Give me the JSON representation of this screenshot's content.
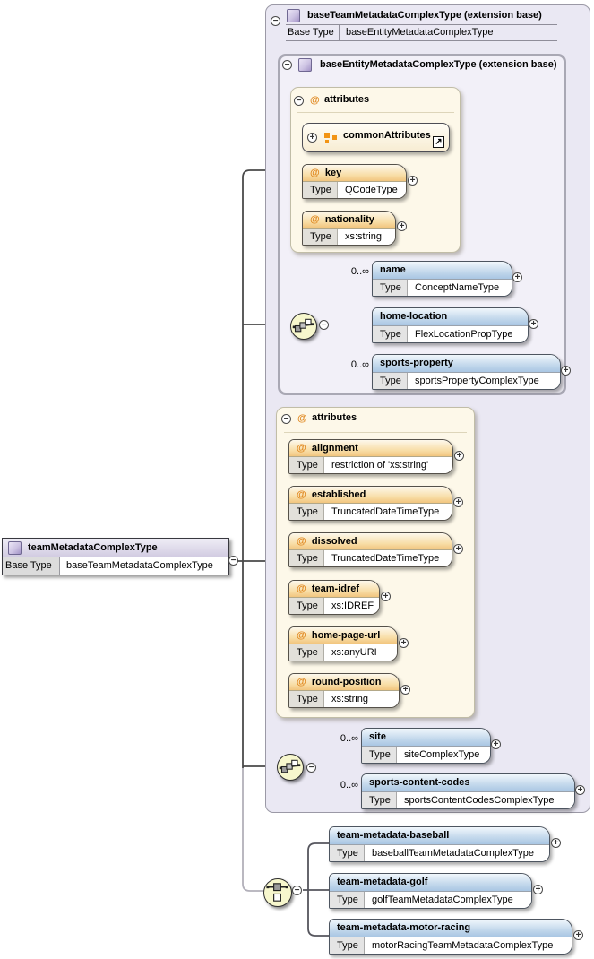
{
  "icons": {
    "minus": "−",
    "plus": "+",
    "at": "@",
    "link_arrow": "↗"
  },
  "labels": {
    "type": "Type",
    "base_type": "Base Type",
    "attributes": "attributes",
    "occurs_many": "0..∞"
  },
  "root": {
    "title": "teamMetadataComplexType",
    "base_type": "baseTeamMetadataComplexType"
  },
  "outer": {
    "title": "baseTeamMetadataComplexType (extension base)",
    "base_type": "baseEntityMetadataComplexType"
  },
  "entity": {
    "title": "baseEntityMetadataComplexType (extension base)",
    "attr_group_ref": "commonAttributes",
    "attributes": [
      {
        "name": "key",
        "type": "QCodeType"
      },
      {
        "name": "nationality",
        "type": "xs:string"
      }
    ],
    "elements": [
      {
        "occurs": "0..∞",
        "name": "name",
        "type": "ConceptNameType"
      },
      {
        "occurs": "",
        "name": "home-location",
        "type": "FlexLocationPropType"
      },
      {
        "occurs": "0..∞",
        "name": "sports-property",
        "type": "sportsPropertyComplexType"
      }
    ]
  },
  "team": {
    "attributes": [
      {
        "name": "alignment",
        "type": "restriction of 'xs:string'"
      },
      {
        "name": "established",
        "type": "TruncatedDateTimeType"
      },
      {
        "name": "dissolved",
        "type": "TruncatedDateTimeType"
      },
      {
        "name": "team-idref",
        "type": "xs:IDREF"
      },
      {
        "name": "home-page-url",
        "type": "xs:anyURI"
      },
      {
        "name": "round-position",
        "type": "xs:string"
      }
    ],
    "elements": [
      {
        "occurs": "0..∞",
        "name": "site",
        "type": "siteComplexType"
      },
      {
        "occurs": "0..∞",
        "name": "sports-content-codes",
        "type": "sportsContentCodesComplexType"
      }
    ],
    "choice": [
      {
        "name": "team-metadata-baseball",
        "type": "baseballTeamMetadataComplexType"
      },
      {
        "name": "team-metadata-golf",
        "type": "golfTeamMetadataComplexType"
      },
      {
        "name": "team-metadata-motor-racing",
        "type": "motorRacingTeamMetadataComplexType"
      }
    ]
  }
}
